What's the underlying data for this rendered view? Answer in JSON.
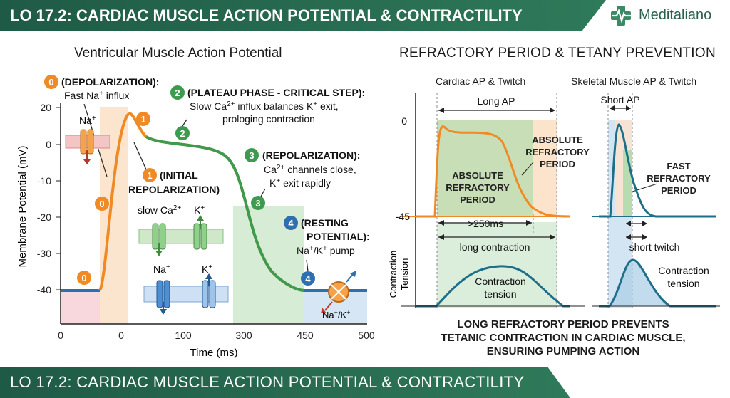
{
  "header": {
    "title": "LO 17.2: CARDIAC MUSCLE ACTION POTENTIAL & CONTRACTILITY",
    "brand": "Meditaliano"
  },
  "footer": {
    "title": "LO 17.2: CARDIAC MUSCLE ACTION POTENTIAL & CONTRACTILITY"
  },
  "left": {
    "title": "Ventricular Muscle Action Potential",
    "ylabel": "Membrane Potential (mV)",
    "xlabel": "Time (ms)",
    "yticks": [
      "20",
      "0",
      "-10",
      "-20",
      "-30",
      "-40"
    ],
    "xticks": [
      "0",
      "100",
      "300",
      "450",
      "500"
    ],
    "xtick_extra": "0",
    "phase0": {
      "num": "0",
      "title": "(DEPOLARIZATION):",
      "line1": "Fast Na",
      "sup1": "+",
      "line1b": " influx"
    },
    "phase1": {
      "num": "1",
      "title": "(INITIAL",
      "title2": "REPOLARIZATION)"
    },
    "phase2": {
      "num": "2",
      "title": "(PLATEAU PHASE - CRITICAL STEP):",
      "line1": "Slow Ca",
      "sup1": "2+",
      "line1b": " influx balances K",
      "sup2": "+",
      "line1c": " exit,",
      "line2": "prologing contraction"
    },
    "phase3": {
      "num": "3",
      "title": "(REPOLARIZATION):",
      "line1": "Ca",
      "sup1": "2+",
      "line1b": " channels close,",
      "line2": "K",
      "sup2": "+",
      "line2b": " exit rapidly"
    },
    "phase4": {
      "num": "4",
      "title": "(RESTING",
      "title2": "POTENTIAL):",
      "line1": "Na",
      "sup1": "+",
      "line1b": "/K",
      "sup2": "+",
      "line1c": " pump"
    },
    "channels": {
      "na": "Na",
      "ca": "slow Ca",
      "k": "K",
      "pump": "Na",
      "pump2": "/K"
    }
  },
  "right": {
    "title": "REFRACTORY PERIOD & TETANY PREVENTION",
    "cardiac_title": "Cardiac AP & Twitch",
    "skeletal_title": "Skeletal Muscle AP & Twitch",
    "long_ap": "Long AP",
    "short_ap": "Short AP",
    "y0": "0",
    "y45": "-45",
    "abs_rp_out1": "ABSOLUTE",
    "abs_rp_out2": "REFRACTORY",
    "abs_rp_out3": "PERIOD",
    "abs_rp_in1": "ABSOLUTE",
    "abs_rp_in2": "REFRACTORY",
    "abs_rp_in3": "PERIOD",
    "fast_rp1": "FAST",
    "fast_rp2": "REFRACTORY",
    "fast_rp3": "PERIOD",
    "gt250": ">250ms",
    "long_contraction": "long contraction",
    "short_twitch": "short twitch",
    "contraction_tension_axis1": "Contraction",
    "contraction_tension_axis2": "Tension",
    "ct_left1": "Contraction",
    "ct_left2": "tension",
    "ct_right1": "Contraction",
    "ct_right2": "tension",
    "caption1": "LONG REFRACTORY PERIOD PREVENTS",
    "caption2": "TETANIC CONTRACTION IN CARDIAC MUSCLE,",
    "caption3": "ENSURING PUMPING ACTION"
  },
  "colors": {
    "orange": "#f08a24",
    "green": "#3e9a4e",
    "blue": "#2f6fb0",
    "dark_green": "#1f5a46",
    "teal": "#1e6e8a"
  }
}
